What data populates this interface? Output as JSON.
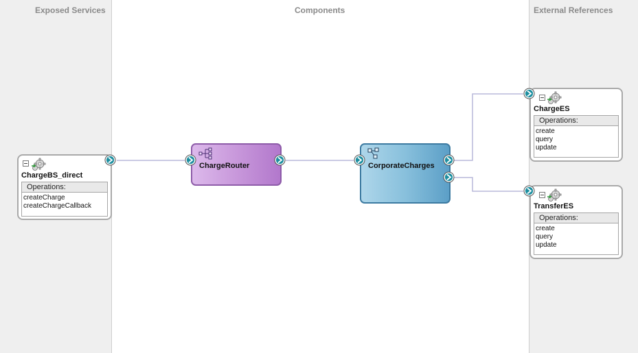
{
  "lanes": {
    "exposed_services": "Exposed Services",
    "components": "Components",
    "external_references": "External References"
  },
  "exposed_service": {
    "name": "ChargeBS_direct",
    "operations_header": "Operations:",
    "operations": [
      "createCharge",
      "createChargeCallback"
    ],
    "icon": "gear-icon"
  },
  "components": {
    "router": {
      "name": "ChargeRouter",
      "icon": "mediator-icon"
    },
    "bpel": {
      "name": "CorporateCharges",
      "icon": "bpel-process-icon"
    }
  },
  "references": [
    {
      "name": "ChargeES",
      "operations_header": "Operations:",
      "operations": [
        "create",
        "query",
        "update"
      ],
      "icon": "gear-icon"
    },
    {
      "name": "TransferES",
      "operations_header": "Operations:",
      "operations": [
        "create",
        "query",
        "update"
      ],
      "icon": "gear-icon"
    }
  ],
  "colors": {
    "wire": "#b9b9da",
    "port_teal": "#1d8fa0",
    "router_fill": "#c898db",
    "bpel_fill": "#88c0dc",
    "lane_bg": "#efefef"
  }
}
